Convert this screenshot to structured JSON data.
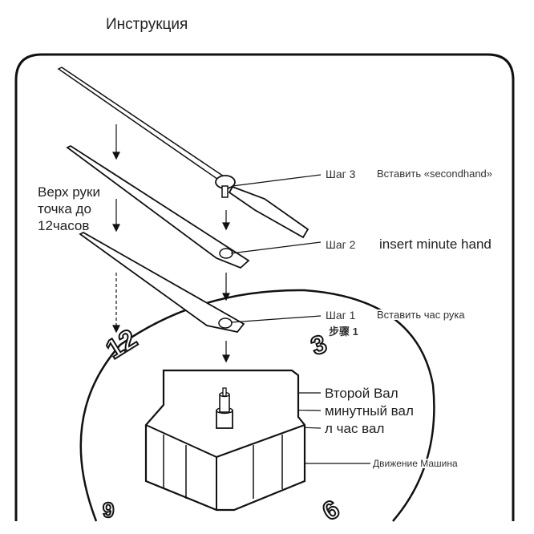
{
  "title": "Инструкция",
  "side_note": [
    "Верх руки",
    "точка до",
    "12часов"
  ],
  "steps": [
    {
      "step": "Шаг 3",
      "text": "Вставить «secondhand»"
    },
    {
      "step": "Шаг 2",
      "text": "insert minute hand"
    },
    {
      "step": "Шаг 1",
      "text": "Вставить час рука"
    }
  ],
  "chinese_step": "步骤 1",
  "shafts": [
    "Второй Вал",
    "минутный вал",
    "л час вал"
  ],
  "movement": "Движение Машина",
  "dial_numbers": {
    "twelve": "12",
    "three": "3",
    "six": "6",
    "nine": "9"
  }
}
